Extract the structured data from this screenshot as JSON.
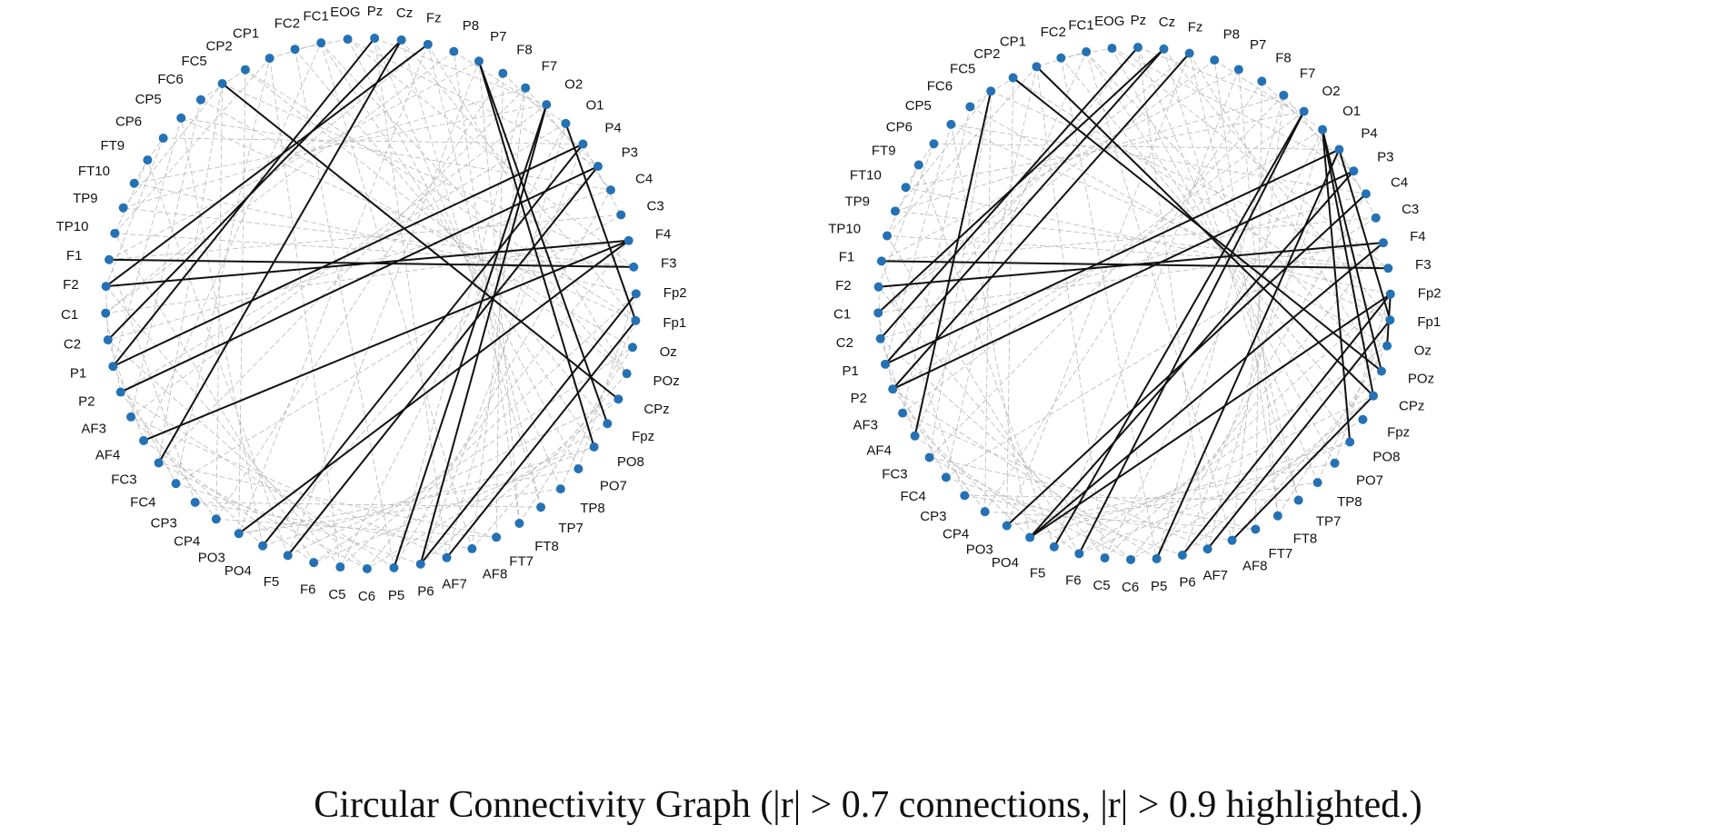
{
  "caption": "Circular Connectivity Graph (|r| > 0.7 connections, |r| > 0.9 highlighted.)",
  "colors": {
    "node": "#2471b5",
    "strong_edge": "#111111",
    "weak_edge": "#b9b9b9",
    "label": "#111111"
  },
  "graphs": [
    {
      "id": "left",
      "nodes": [
        "EOG",
        "Pz",
        "Cz",
        "Fz",
        "P8",
        "P7",
        "F8",
        "F7",
        "O2",
        "O1",
        "P4",
        "P3",
        "C4",
        "C3",
        "F4",
        "F3",
        "Fp2",
        "Fp1",
        "Oz",
        "POz",
        "CPz",
        "Fpz",
        "PO8",
        "PO7",
        "TP8",
        "TP7",
        "FT8",
        "FT7",
        "AF8",
        "AF7",
        "P6",
        "P5",
        "C6",
        "C5",
        "F6",
        "F5",
        "PO4",
        "PO3",
        "CP4",
        "CP3",
        "FC4",
        "FC3",
        "AF4",
        "AF3",
        "P2",
        "P1",
        "C2",
        "C1",
        "F2",
        "F1",
        "TP10",
        "TP9",
        "FT10",
        "FT9",
        "CP6",
        "CP5",
        "FC6",
        "FC5",
        "CP2",
        "CP1",
        "FC2",
        "FC1"
      ],
      "strong_edges": [
        [
          "FC5",
          "CPz"
        ],
        [
          "Cz",
          "FC3"
        ],
        [
          "Pz",
          "P1"
        ],
        [
          "Fz",
          "F2"
        ],
        [
          "Cz",
          "C2"
        ],
        [
          "F1",
          "F3"
        ],
        [
          "F2",
          "F4"
        ],
        [
          "P1",
          "P4"
        ],
        [
          "P2",
          "P3"
        ],
        [
          "F4",
          "AF4"
        ],
        [
          "F4",
          "PO3"
        ],
        [
          "P4",
          "PO4"
        ],
        [
          "P3",
          "F5"
        ],
        [
          "O2",
          "P5"
        ],
        [
          "O1",
          "Fp1"
        ],
        [
          "P7",
          "PO8"
        ],
        [
          "P7",
          "Fpz"
        ],
        [
          "P6",
          "Fp2"
        ],
        [
          "AF7",
          "Fp1"
        ],
        [
          "O2",
          "P6"
        ]
      ],
      "weak_edges": [
        [
          "EOG",
          "P3"
        ],
        [
          "Pz",
          "AF7"
        ],
        [
          "Cz",
          "TP7"
        ],
        [
          "Fz",
          "PO3"
        ],
        [
          "P8",
          "C1"
        ],
        [
          "P7",
          "F5"
        ],
        [
          "F8",
          "CP4"
        ],
        [
          "F7",
          "FC3"
        ],
        [
          "O2",
          "AF3"
        ],
        [
          "O1",
          "P2"
        ],
        [
          "C4",
          "C2"
        ],
        [
          "C3",
          "F1"
        ],
        [
          "F3",
          "TP9"
        ],
        [
          "Fp2",
          "FT10"
        ],
        [
          "Fp1",
          "CP5"
        ],
        [
          "Oz",
          "FC6"
        ],
        [
          "POz",
          "CP2"
        ],
        [
          "Fpz",
          "FC2"
        ],
        [
          "PO8",
          "FC1"
        ],
        [
          "PO7",
          "EOG"
        ],
        [
          "TP8",
          "Pz"
        ],
        [
          "TP7",
          "Fz"
        ],
        [
          "FT8",
          "P8"
        ],
        [
          "FT7",
          "F8"
        ],
        [
          "AF8",
          "F7"
        ],
        [
          "AF7",
          "O1"
        ],
        [
          "P6",
          "P4"
        ],
        [
          "P5",
          "C4"
        ],
        [
          "C6",
          "F4"
        ],
        [
          "C5",
          "Fp2"
        ],
        [
          "F6",
          "Oz"
        ],
        [
          "F5",
          "CPz"
        ],
        [
          "PO4",
          "PO8"
        ],
        [
          "PO3",
          "TP8"
        ],
        [
          "CP4",
          "FT7"
        ],
        [
          "CP3",
          "AF8"
        ],
        [
          "FC4",
          "P6"
        ],
        [
          "FC3",
          "C6"
        ],
        [
          "AF4",
          "F6"
        ],
        [
          "AF3",
          "PO4"
        ],
        [
          "P2",
          "CP4"
        ],
        [
          "P1",
          "FC4"
        ],
        [
          "C2",
          "AF4"
        ],
        [
          "C1",
          "P2"
        ],
        [
          "F2",
          "C2"
        ],
        [
          "F1",
          "CP3"
        ],
        [
          "TP10",
          "CP1"
        ],
        [
          "TP9",
          "FC5"
        ],
        [
          "FT10",
          "FT9"
        ],
        [
          "FT9",
          "TP10"
        ],
        [
          "CP6",
          "F2"
        ],
        [
          "CP5",
          "P1"
        ],
        [
          "FC6",
          "AF3"
        ],
        [
          "FC5",
          "FC3"
        ],
        [
          "CP2",
          "PO3"
        ],
        [
          "CP1",
          "C5"
        ],
        [
          "FC2",
          "P5"
        ],
        [
          "FC1",
          "AF8"
        ],
        [
          "EOG",
          "F3"
        ],
        [
          "Cz",
          "Fp1"
        ],
        [
          "Fz",
          "POz"
        ],
        [
          "P7",
          "FT8"
        ],
        [
          "F7",
          "P5"
        ],
        [
          "O1",
          "C5"
        ],
        [
          "P3",
          "PO4"
        ],
        [
          "C3",
          "FC4"
        ],
        [
          "F4",
          "C1"
        ],
        [
          "F3",
          "TP10"
        ],
        [
          "FT9",
          "CP6"
        ],
        [
          "FC6",
          "CP2"
        ],
        [
          "CP1",
          "FC1"
        ],
        [
          "FC2",
          "EOG"
        ],
        [
          "Pz",
          "O2"
        ],
        [
          "P8",
          "O1"
        ],
        [
          "F8",
          "P3"
        ],
        [
          "F7",
          "C4"
        ],
        [
          "P4",
          "C3"
        ],
        [
          "Fp2",
          "PO7"
        ],
        [
          "Fp1",
          "TP8"
        ],
        [
          "Oz",
          "FT8"
        ],
        [
          "POz",
          "AF8"
        ],
        [
          "CPz",
          "P6"
        ],
        [
          "Fpz",
          "C6"
        ],
        [
          "PO8",
          "F6"
        ],
        [
          "PO7",
          "PO3"
        ],
        [
          "TP7",
          "CP3"
        ],
        [
          "FT7",
          "FC3"
        ],
        [
          "AF7",
          "AF3"
        ],
        [
          "P5",
          "P2"
        ],
        [
          "C6",
          "C2"
        ],
        [
          "C5",
          "F2"
        ],
        [
          "F6",
          "TP10"
        ],
        [
          "F5",
          "FT9"
        ],
        [
          "PO4",
          "CP5"
        ],
        [
          "CP4",
          "FC5"
        ],
        [
          "FC4",
          "CP1"
        ],
        [
          "AF4",
          "FC1"
        ],
        [
          "P1",
          "Pz"
        ],
        [
          "C1",
          "Fz"
        ],
        [
          "F1",
          "P7"
        ],
        [
          "TP9",
          "F7"
        ],
        [
          "FT10",
          "O2"
        ],
        [
          "CP6",
          "P4"
        ],
        [
          "CP5",
          "C4"
        ],
        [
          "FC5",
          "F3"
        ],
        [
          "CP2",
          "Fp1"
        ],
        [
          "FC1",
          "POz"
        ]
      ]
    },
    {
      "id": "right",
      "nodes": [
        "EOG",
        "Pz",
        "Cz",
        "Fz",
        "P8",
        "P7",
        "F8",
        "F7",
        "O2",
        "O1",
        "P4",
        "P3",
        "C4",
        "C3",
        "F4",
        "F3",
        "Fp2",
        "Fp1",
        "Oz",
        "POz",
        "CPz",
        "Fpz",
        "PO8",
        "PO7",
        "TP8",
        "TP7",
        "FT8",
        "FT7",
        "AF8",
        "AF7",
        "P6",
        "P5",
        "C6",
        "C5",
        "F6",
        "F5",
        "PO4",
        "PO3",
        "CP4",
        "CP3",
        "FC4",
        "FC3",
        "AF4",
        "AF3",
        "P2",
        "P1",
        "C2",
        "C1",
        "F2",
        "F1",
        "TP10",
        "TP9",
        "FT10",
        "FT9",
        "CP6",
        "CP5",
        "FC6",
        "FC5",
        "CP2",
        "CP1",
        "FC2",
        "FC1"
      ],
      "strong_edges": [
        [
          "CP1",
          "CPz"
        ],
        [
          "CP2",
          "POz"
        ],
        [
          "FC5",
          "AF4"
        ],
        [
          "Pz",
          "C2"
        ],
        [
          "Cz",
          "C1"
        ],
        [
          "Fz",
          "P2"
        ],
        [
          "Cz",
          "P1"
        ],
        [
          "F1",
          "F3"
        ],
        [
          "F2",
          "F4"
        ],
        [
          "P2",
          "P3"
        ],
        [
          "P1",
          "P4"
        ],
        [
          "F4",
          "PO4"
        ],
        [
          "P3",
          "PO4"
        ],
        [
          "C4",
          "PO3"
        ],
        [
          "O2",
          "F5"
        ],
        [
          "O2",
          "F6"
        ],
        [
          "O1",
          "CPz"
        ],
        [
          "O1",
          "POz"
        ],
        [
          "P4",
          "P5"
        ],
        [
          "P6",
          "Fp2"
        ],
        [
          "AF7",
          "Fp1"
        ],
        [
          "AF8",
          "CPz"
        ],
        [
          "Fp2",
          "Oz"
        ],
        [
          "PO4",
          "Fp2"
        ],
        [
          "O1",
          "PO8"
        ],
        [
          "P4",
          "Fp1"
        ]
      ],
      "weak_edges": [
        [
          "EOG",
          "P3"
        ],
        [
          "Pz",
          "AF7"
        ],
        [
          "Cz",
          "TP7"
        ],
        [
          "Fz",
          "PO3"
        ],
        [
          "P8",
          "C1"
        ],
        [
          "P7",
          "F5"
        ],
        [
          "F8",
          "CP4"
        ],
        [
          "F7",
          "FC3"
        ],
        [
          "O2",
          "AF3"
        ],
        [
          "O1",
          "P2"
        ],
        [
          "C4",
          "C2"
        ],
        [
          "C3",
          "F1"
        ],
        [
          "F3",
          "TP9"
        ],
        [
          "Fp2",
          "FT10"
        ],
        [
          "Fp1",
          "CP5"
        ],
        [
          "Oz",
          "FC6"
        ],
        [
          "POz",
          "CP2"
        ],
        [
          "Fpz",
          "FC2"
        ],
        [
          "PO8",
          "FC1"
        ],
        [
          "PO7",
          "EOG"
        ],
        [
          "TP8",
          "Pz"
        ],
        [
          "TP7",
          "Fz"
        ],
        [
          "FT8",
          "P8"
        ],
        [
          "FT7",
          "F8"
        ],
        [
          "AF8",
          "F7"
        ],
        [
          "AF7",
          "O1"
        ],
        [
          "P6",
          "P4"
        ],
        [
          "P5",
          "C4"
        ],
        [
          "C6",
          "F4"
        ],
        [
          "C5",
          "Fp2"
        ],
        [
          "F6",
          "Oz"
        ],
        [
          "F5",
          "CPz"
        ],
        [
          "PO4",
          "PO8"
        ],
        [
          "PO3",
          "TP8"
        ],
        [
          "CP4",
          "FT7"
        ],
        [
          "CP3",
          "AF8"
        ],
        [
          "FC4",
          "P6"
        ],
        [
          "FC3",
          "C6"
        ],
        [
          "AF4",
          "F6"
        ],
        [
          "AF3",
          "PO4"
        ],
        [
          "P2",
          "CP4"
        ],
        [
          "P1",
          "FC4"
        ],
        [
          "C2",
          "AF4"
        ],
        [
          "C1",
          "P2"
        ],
        [
          "F2",
          "C2"
        ],
        [
          "F1",
          "CP3"
        ],
        [
          "TP10",
          "CP1"
        ],
        [
          "TP9",
          "FC5"
        ],
        [
          "FT10",
          "FT9"
        ],
        [
          "FT9",
          "TP10"
        ],
        [
          "CP6",
          "F2"
        ],
        [
          "CP5",
          "P1"
        ],
        [
          "FC6",
          "AF3"
        ],
        [
          "FC5",
          "FC3"
        ],
        [
          "CP2",
          "PO3"
        ],
        [
          "CP1",
          "C5"
        ],
        [
          "FC2",
          "P5"
        ],
        [
          "FC1",
          "AF8"
        ],
        [
          "EOG",
          "F3"
        ],
        [
          "Cz",
          "Fp1"
        ],
        [
          "Fz",
          "POz"
        ],
        [
          "P7",
          "FT8"
        ],
        [
          "F7",
          "P5"
        ],
        [
          "O1",
          "C5"
        ],
        [
          "P3",
          "PO4"
        ],
        [
          "C3",
          "FC4"
        ],
        [
          "F4",
          "C1"
        ],
        [
          "F3",
          "TP10"
        ],
        [
          "FT9",
          "CP6"
        ],
        [
          "FC6",
          "CP2"
        ],
        [
          "CP1",
          "FC1"
        ],
        [
          "FC2",
          "EOG"
        ],
        [
          "Pz",
          "O2"
        ],
        [
          "P8",
          "O1"
        ],
        [
          "F8",
          "P3"
        ],
        [
          "F7",
          "C4"
        ],
        [
          "P4",
          "C3"
        ],
        [
          "Fp2",
          "PO7"
        ],
        [
          "Fp1",
          "TP8"
        ],
        [
          "Oz",
          "FT8"
        ],
        [
          "POz",
          "AF8"
        ],
        [
          "CPz",
          "P6"
        ],
        [
          "Fpz",
          "C6"
        ],
        [
          "PO8",
          "F6"
        ],
        [
          "PO7",
          "PO3"
        ],
        [
          "TP7",
          "CP3"
        ],
        [
          "FT7",
          "FC3"
        ],
        [
          "AF7",
          "AF3"
        ],
        [
          "P5",
          "P2"
        ],
        [
          "C6",
          "C2"
        ],
        [
          "C5",
          "F2"
        ],
        [
          "F6",
          "TP10"
        ],
        [
          "F5",
          "FT9"
        ],
        [
          "PO4",
          "CP5"
        ],
        [
          "CP4",
          "FC5"
        ],
        [
          "FC4",
          "CP1"
        ],
        [
          "AF4",
          "FC1"
        ],
        [
          "P1",
          "Pz"
        ],
        [
          "C1",
          "Fz"
        ],
        [
          "F1",
          "P7"
        ],
        [
          "TP9",
          "F7"
        ],
        [
          "FT10",
          "O2"
        ],
        [
          "CP6",
          "P4"
        ],
        [
          "CP5",
          "C4"
        ],
        [
          "FC5",
          "F3"
        ],
        [
          "CP2",
          "Fp1"
        ],
        [
          "FC1",
          "POz"
        ]
      ]
    }
  ]
}
